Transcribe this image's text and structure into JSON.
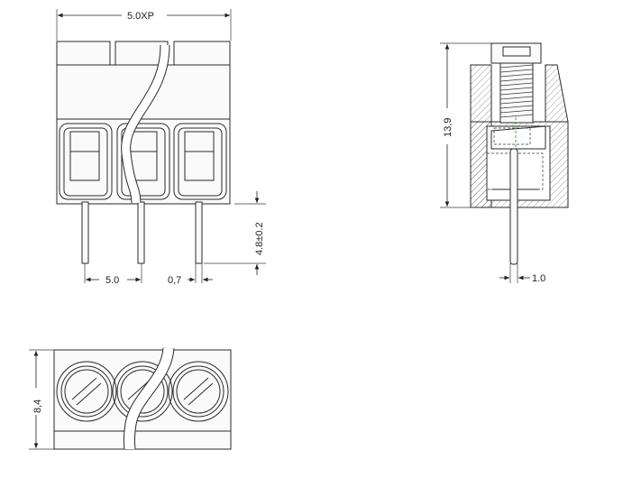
{
  "dimensions": {
    "width_total": "5.0XP",
    "height_side": "13,9",
    "pin_protrusion": "4.8±0.2",
    "pitch": "5.0",
    "pin_thickness": "0,7",
    "pin_offset": "1.0",
    "depth_bottom": "8,4"
  }
}
